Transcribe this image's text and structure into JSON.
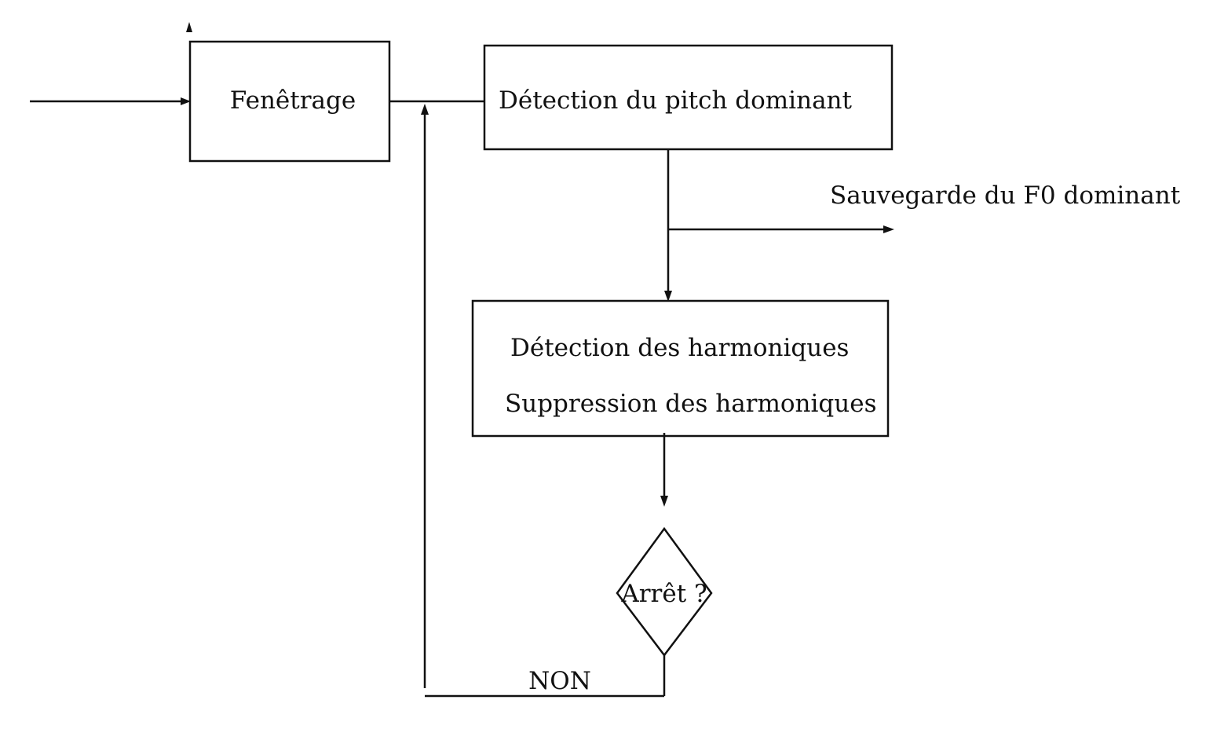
{
  "nodes": {
    "windowing": {
      "label": "Fenêtrage"
    },
    "pitch_detection": {
      "label": "Détection du pitch dominant"
    },
    "harmonics": {
      "line1": "Détection des harmoniques",
      "line2": "Suppression des harmoniques"
    },
    "stop_decision": {
      "label": "Arrêt ?"
    }
  },
  "edges": {
    "save_output": {
      "label": "Sauvegarde du F0 dominant"
    },
    "loop_back": {
      "label": "NON"
    }
  },
  "colors": {
    "stroke": "#111111",
    "background": "#ffffff"
  }
}
